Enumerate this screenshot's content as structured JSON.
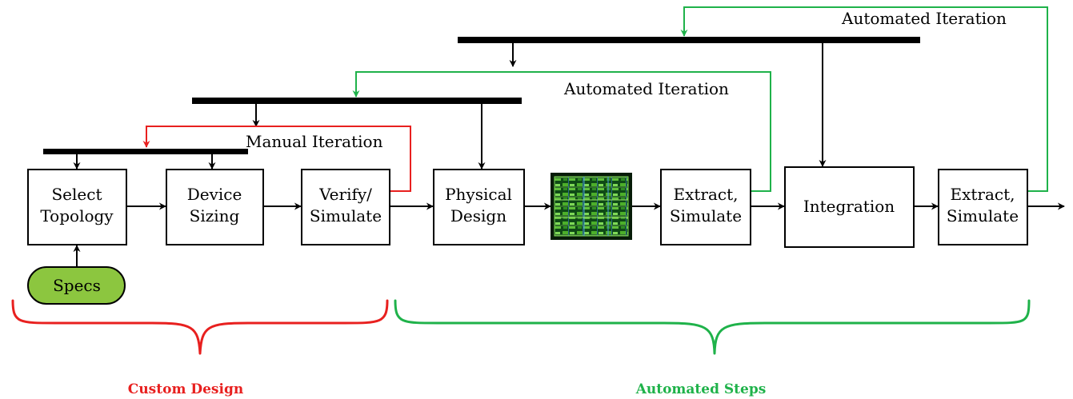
{
  "colors": {
    "manual": "#e8201f",
    "automated": "#1fb24a",
    "specs_fill": "#8cc63f"
  },
  "boxes": {
    "select_topology": [
      "Select",
      "Topology"
    ],
    "device_sizing": [
      "Device",
      "Sizing"
    ],
    "verify_simulate": [
      "Verify/",
      "Simulate"
    ],
    "physical_design": [
      "Physical",
      "Design"
    ],
    "extract_simulate_1": [
      "Extract,",
      "Simulate"
    ],
    "integration": [
      "Integration"
    ],
    "extract_simulate_2": [
      "Extract,",
      "Simulate"
    ]
  },
  "specs": "Specs",
  "iterations": {
    "manual": "Manual Iteration",
    "automated_1": "Automated Iteration",
    "automated_2": "Automated Iteration"
  },
  "groups": {
    "custom": "Custom Design",
    "automated": "Automated Steps"
  },
  "layout_image": "chip-layout-icon"
}
